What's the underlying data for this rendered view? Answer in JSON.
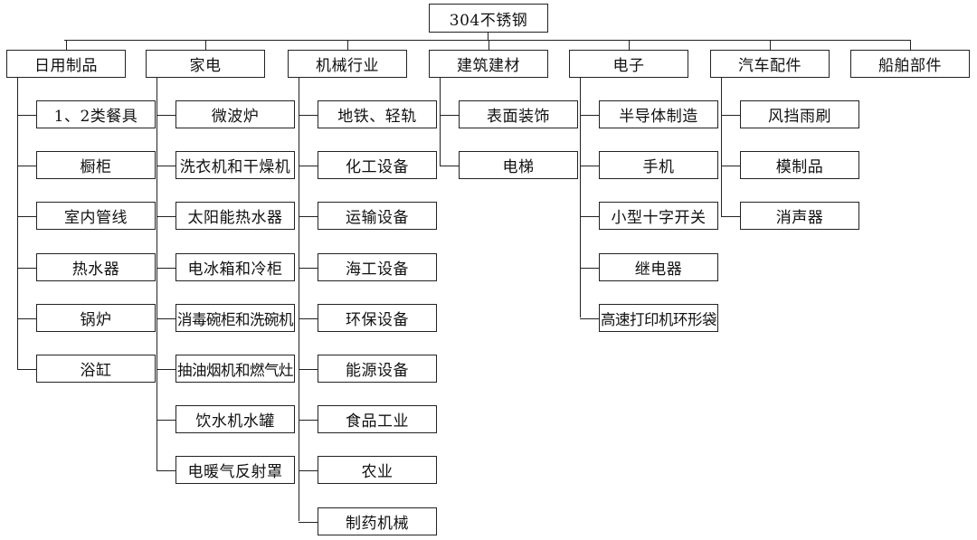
{
  "root": "304不锈钢",
  "categories": [
    {
      "label": "日用制品",
      "items": [
        "1、2类餐具",
        "橱柜",
        "室内管线",
        "热水器",
        "锅炉",
        "浴缸"
      ]
    },
    {
      "label": "家电",
      "items": [
        "微波炉",
        "洗衣机和干燥机",
        "太阳能热水器",
        "电冰箱和冷柜",
        "消毒碗柜和洗碗机",
        "抽油烟机和燃气灶",
        "饮水机水罐",
        "电暖气反射罩"
      ]
    },
    {
      "label": "机械行业",
      "items": [
        "地铁、轻轨",
        "化工设备",
        "运输设备",
        "海工设备",
        "环保设备",
        "能源设备",
        "食品工业",
        "农业",
        "制药机械"
      ]
    },
    {
      "label": "建筑建材",
      "items": [
        "表面装饰",
        "电梯"
      ]
    },
    {
      "label": "电子",
      "items": [
        "半导体制造",
        "手机",
        "小型十字开关",
        "继电器",
        "高速打印机环形袋"
      ]
    },
    {
      "label": "汽车配件",
      "items": [
        "风挡雨刷",
        "模制品",
        "消声器"
      ]
    },
    {
      "label": "船舶部件",
      "items": []
    }
  ]
}
